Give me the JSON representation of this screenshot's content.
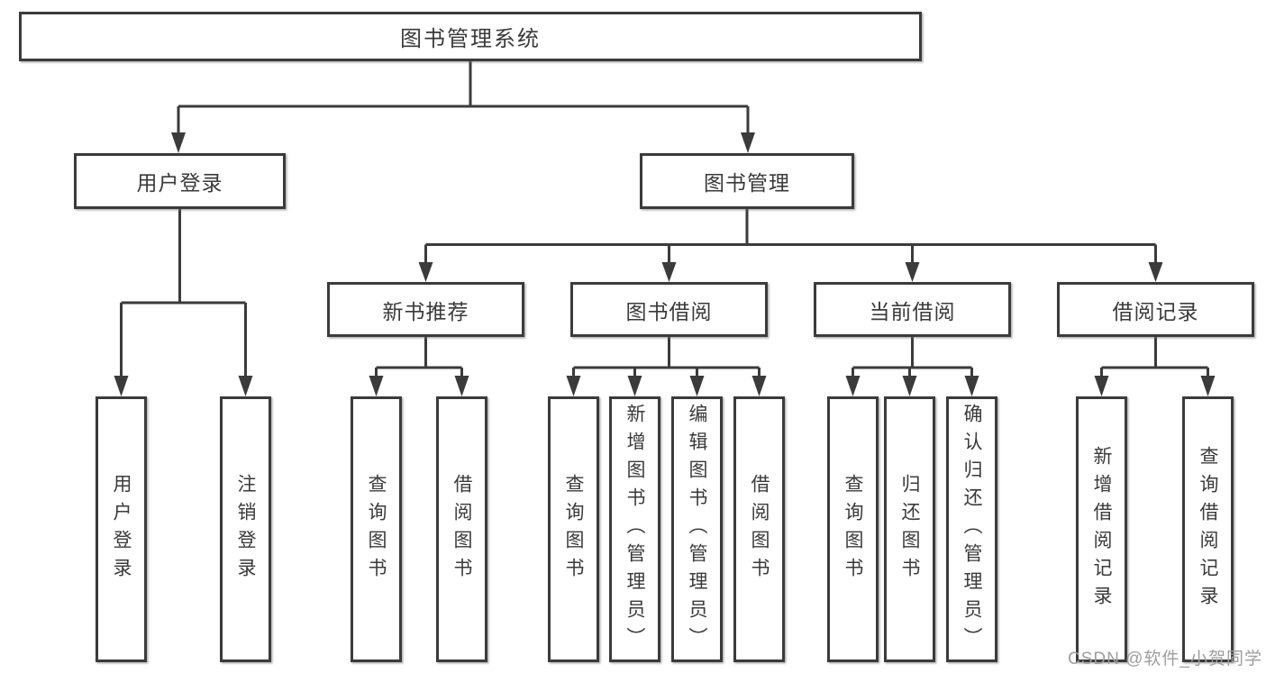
{
  "tree": {
    "root": "图书管理系统",
    "branches": [
      {
        "label": "用户登录",
        "children": [
          "用户登录",
          "注销登录"
        ]
      },
      {
        "label": "图书管理",
        "sections": [
          {
            "label": "新书推荐",
            "children": [
              "查询图书",
              "借阅图书"
            ]
          },
          {
            "label": "图书借阅",
            "children": [
              "查询图书",
              "新增图书（管理员）",
              "编辑图书（管理员）",
              "借阅图书"
            ]
          },
          {
            "label": "当前借阅",
            "children": [
              "查询图书",
              "归还图书",
              "确认归还（管理员）"
            ]
          },
          {
            "label": "借阅记录",
            "children": [
              "新增借阅记录",
              "查询借阅记录"
            ]
          }
        ]
      }
    ]
  },
  "watermark": "CSDN @软件_小贺同学",
  "colors": {
    "line": "#3b3b3b",
    "text": "#3a3a3a",
    "watermark": "#9e9e9e",
    "background": "#ffffff"
  }
}
